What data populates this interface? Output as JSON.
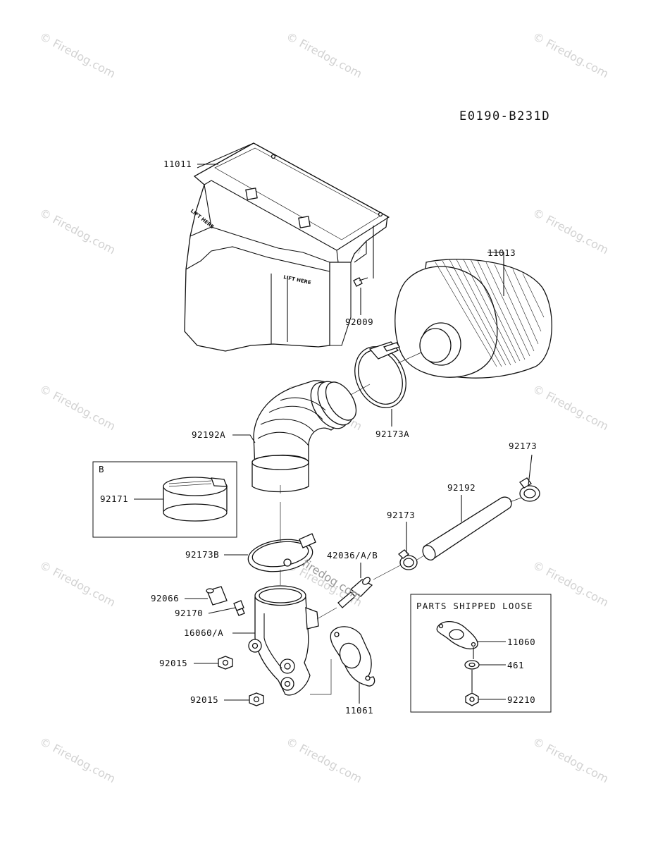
{
  "diagram_code": "E0190-B231D",
  "watermark": "© Firedog.com",
  "center_watermark": "firedog.com",
  "housing_stamps": [
    "LIFT HERE",
    "LIFT HERE"
  ],
  "inset_b": {
    "title": "B",
    "part": "92171"
  },
  "loose_box": {
    "title": "PARTS SHIPPED LOOSE",
    "parts": [
      "11060",
      "461",
      "92210"
    ]
  },
  "callouts": [
    "11011",
    "11013",
    "92009",
    "92192A",
    "92173A",
    "92173",
    "92192",
    "92173",
    "92173B",
    "42036/A/B",
    "92066",
    "92170",
    "16060/A",
    "92015",
    "92015",
    "11061"
  ]
}
